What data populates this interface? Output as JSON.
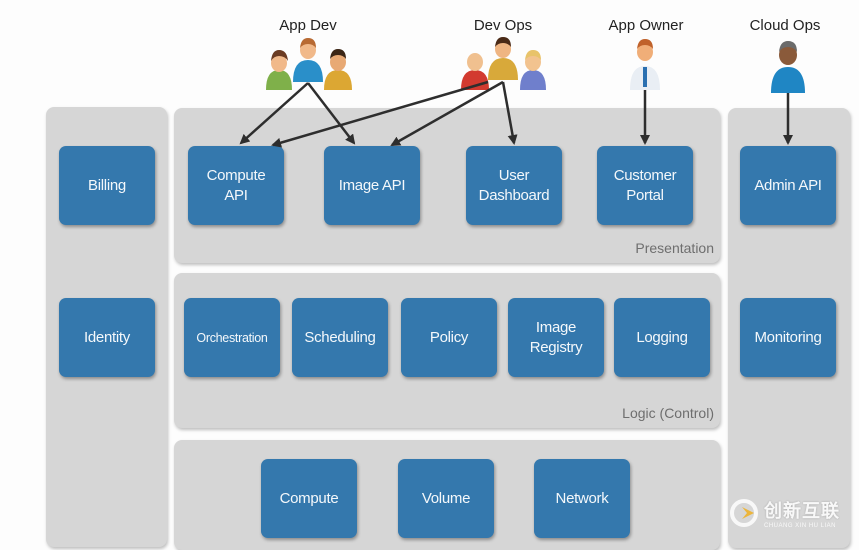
{
  "roles": {
    "app_dev": "App Dev",
    "dev_ops": "Dev Ops",
    "app_owner": "App Owner",
    "cloud_ops": "Cloud Ops"
  },
  "left_column": {
    "billing": "Billing",
    "identity": "Identity"
  },
  "presentation": {
    "label": "Presentation",
    "tiles": [
      "Compute\nAPI",
      "Image API",
      "User\nDashboard",
      "Customer\nPortal"
    ]
  },
  "logic": {
    "label": "Logic (Control)",
    "tiles": [
      "Orchestration",
      "Scheduling",
      "Policy",
      "Image\nRegistry",
      "Logging"
    ]
  },
  "resources": {
    "tiles": [
      "Compute",
      "Volume",
      "Network"
    ]
  },
  "right_column": {
    "admin_api": "Admin API",
    "monitoring": "Monitoring"
  },
  "connections": [
    {
      "from": "App Dev",
      "to": "Compute API"
    },
    {
      "from": "App Dev",
      "to": "Image API"
    },
    {
      "from": "Dev Ops",
      "to": "Compute API"
    },
    {
      "from": "Dev Ops",
      "to": "Image API"
    },
    {
      "from": "Dev Ops",
      "to": "User Dashboard"
    },
    {
      "from": "App Owner",
      "to": "Customer Portal"
    },
    {
      "from": "Cloud Ops",
      "to": "Admin API"
    }
  ],
  "colors": {
    "tile": "#3478ad",
    "panel": "#d6d6d6",
    "arrow": "#2e2e2e"
  },
  "watermark": {
    "title": "创新互联",
    "subtitle": "CHUANG XIN HU LIAN"
  }
}
